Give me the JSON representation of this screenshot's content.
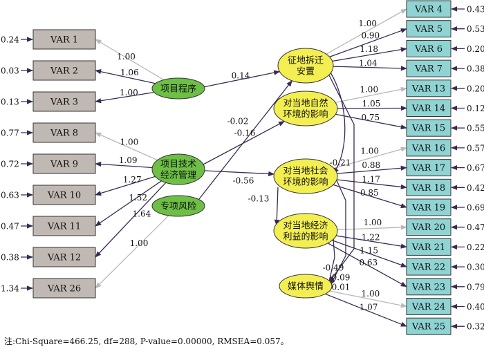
{
  "colors": {
    "left_box": "#c0b8b3",
    "right_box": "#8fd3d3",
    "green_ellipse": "#6dbf45",
    "yellow_ellipse": "#f3ef52",
    "arrow_dark": "#3a2a52",
    "arrow_light": "#b8b8b8"
  },
  "left_vars": [
    {
      "id": "v1",
      "label": "VAR 1",
      "error": "0.24"
    },
    {
      "id": "v2",
      "label": "VAR 2",
      "error": "0.03"
    },
    {
      "id": "v3",
      "label": "VAR 3",
      "error": "0.13"
    },
    {
      "id": "v8",
      "label": "VAR 8",
      "error": "0.77"
    },
    {
      "id": "v9",
      "label": "VAR 9",
      "error": "0.72"
    },
    {
      "id": "v10",
      "label": "VAR 10",
      "error": "0.63"
    },
    {
      "id": "v11",
      "label": "VAR 11",
      "error": "0.47"
    },
    {
      "id": "v12",
      "label": "VAR 12",
      "error": "0.38"
    },
    {
      "id": "v26",
      "label": "VAR 26",
      "error": "1.34"
    }
  ],
  "right_vars": [
    {
      "id": "v4",
      "label": "VAR 4",
      "error": "0.43"
    },
    {
      "id": "v5",
      "label": "VAR 5",
      "error": "0.53"
    },
    {
      "id": "v6",
      "label": "VAR 6",
      "error": "0.20"
    },
    {
      "id": "v7",
      "label": "VAR 7",
      "error": "0.38"
    },
    {
      "id": "v13",
      "label": "VAR 13",
      "error": "0.20"
    },
    {
      "id": "v14",
      "label": "VAR 14",
      "error": "0.12"
    },
    {
      "id": "v15",
      "label": "VAR 15",
      "error": "0.55"
    },
    {
      "id": "v16",
      "label": "VAR 16",
      "error": "0.57"
    },
    {
      "id": "v17",
      "label": "VAR 17",
      "error": "0.67"
    },
    {
      "id": "v18",
      "label": "VAR 18",
      "error": "0.42"
    },
    {
      "id": "v19",
      "label": "VAR 19",
      "error": "0.69"
    },
    {
      "id": "v20",
      "label": "VAR 20",
      "error": "0.47"
    },
    {
      "id": "v21",
      "label": "VAR 21",
      "error": "0.22"
    },
    {
      "id": "v22",
      "label": "VAR 22",
      "error": "0.30"
    },
    {
      "id": "v23",
      "label": "VAR 23",
      "error": "0.79"
    },
    {
      "id": "v24",
      "label": "VAR 24",
      "error": "0.40"
    },
    {
      "id": "v25",
      "label": "VAR 25",
      "error": "0.32"
    }
  ],
  "latents": [
    {
      "id": "program",
      "lines": [
        "项目程序"
      ],
      "kind": "exogenous"
    },
    {
      "id": "tech",
      "lines": [
        "项目技术",
        "经济管理"
      ],
      "kind": "exogenous"
    },
    {
      "id": "risk",
      "lines": [
        "专项风险"
      ],
      "kind": "exogenous"
    },
    {
      "id": "reloc",
      "lines": [
        "征地拆迁",
        "安置"
      ],
      "kind": "endogenous"
    },
    {
      "id": "nature",
      "lines": [
        "对当地自然",
        "环境的影响"
      ],
      "kind": "endogenous"
    },
    {
      "id": "social",
      "lines": [
        "对当地社会",
        "环境的影响"
      ],
      "kind": "endogenous"
    },
    {
      "id": "econ",
      "lines": [
        "对当地经济",
        "利益的影响"
      ],
      "kind": "endogenous"
    },
    {
      "id": "media",
      "lines": [
        "媒体舆情"
      ],
      "kind": "endogenous"
    }
  ],
  "loadings": [
    {
      "from": "program",
      "to": "v1",
      "value": "1.00",
      "fixed": true
    },
    {
      "from": "program",
      "to": "v2",
      "value": "1.06",
      "fixed": false
    },
    {
      "from": "program",
      "to": "v3",
      "value": "1.00",
      "fixed": false
    },
    {
      "from": "tech",
      "to": "v8",
      "value": "1.00",
      "fixed": true
    },
    {
      "from": "tech",
      "to": "v9",
      "value": "1.09",
      "fixed": false
    },
    {
      "from": "tech",
      "to": "v10",
      "value": "1.27",
      "fixed": false
    },
    {
      "from": "tech",
      "to": "v11",
      "value": "1.52",
      "fixed": false
    },
    {
      "from": "tech",
      "to": "v12",
      "value": "1.64",
      "fixed": false
    },
    {
      "from": "risk",
      "to": "v26",
      "value": "1.00",
      "fixed": true
    },
    {
      "from": "reloc",
      "to": "v4",
      "value": "1.00",
      "fixed": true
    },
    {
      "from": "reloc",
      "to": "v5",
      "value": "0.90",
      "fixed": false
    },
    {
      "from": "reloc",
      "to": "v6",
      "value": "1.18",
      "fixed": false
    },
    {
      "from": "reloc",
      "to": "v7",
      "value": "1.04",
      "fixed": false
    },
    {
      "from": "nature",
      "to": "v13",
      "value": "1.00",
      "fixed": true
    },
    {
      "from": "nature",
      "to": "v14",
      "value": "1.05",
      "fixed": false
    },
    {
      "from": "nature",
      "to": "v15",
      "value": "0.75",
      "fixed": false
    },
    {
      "from": "social",
      "to": "v16",
      "value": "1.00",
      "fixed": true
    },
    {
      "from": "social",
      "to": "v17",
      "value": "0.88",
      "fixed": false
    },
    {
      "from": "social",
      "to": "v18",
      "value": "1.17",
      "fixed": false
    },
    {
      "from": "social",
      "to": "v19",
      "value": "0.85",
      "fixed": false
    },
    {
      "from": "econ",
      "to": "v20",
      "value": "1.00",
      "fixed": true
    },
    {
      "from": "econ",
      "to": "v21",
      "value": "1.22",
      "fixed": false
    },
    {
      "from": "econ",
      "to": "v22",
      "value": "1.15",
      "fixed": false
    },
    {
      "from": "econ",
      "to": "v23",
      "value": "0.63",
      "fixed": false
    },
    {
      "from": "media",
      "to": "v24",
      "value": "1.00",
      "fixed": true
    },
    {
      "from": "media",
      "to": "v25",
      "value": "1.07",
      "fixed": false
    }
  ],
  "paths": [
    {
      "from": "program",
      "to": "reloc",
      "value": "0.14"
    },
    {
      "from": "tech",
      "to": "nature",
      "value": "-0.02"
    },
    {
      "from": "risk",
      "to": "reloc",
      "value": "-0.16"
    },
    {
      "from": "tech",
      "to": "social",
      "value": "-0.56"
    },
    {
      "from": "social",
      "to": "econ",
      "value": "-0.13"
    },
    {
      "from": "reloc",
      "to": "social",
      "value": "-0.21"
    },
    {
      "from": "reloc",
      "to": "media",
      "value": "-0.49"
    },
    {
      "from": "social",
      "to": "media",
      "value": "0.09"
    },
    {
      "from": "econ",
      "to": "media",
      "value": "0.01"
    }
  ],
  "note": "注:Chi-Square=466.25, df=288, P-value=0.00000, RMSEA=0.057。"
}
